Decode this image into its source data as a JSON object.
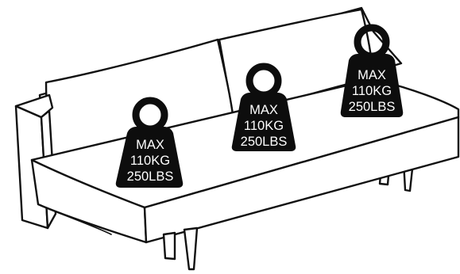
{
  "weights": [
    {
      "line1": "MAX",
      "line2": "110KG",
      "line3": "250LBS"
    },
    {
      "line1": "MAX",
      "line2": "110KG",
      "line3": "250LBS"
    },
    {
      "line1": "MAX",
      "line2": "110KG",
      "line3": "250LBS"
    }
  ],
  "colors": {
    "outline": "#111111",
    "weight_fill": "#0d0d0d",
    "weight_text": "#ffffff",
    "background": "#ffffff"
  }
}
